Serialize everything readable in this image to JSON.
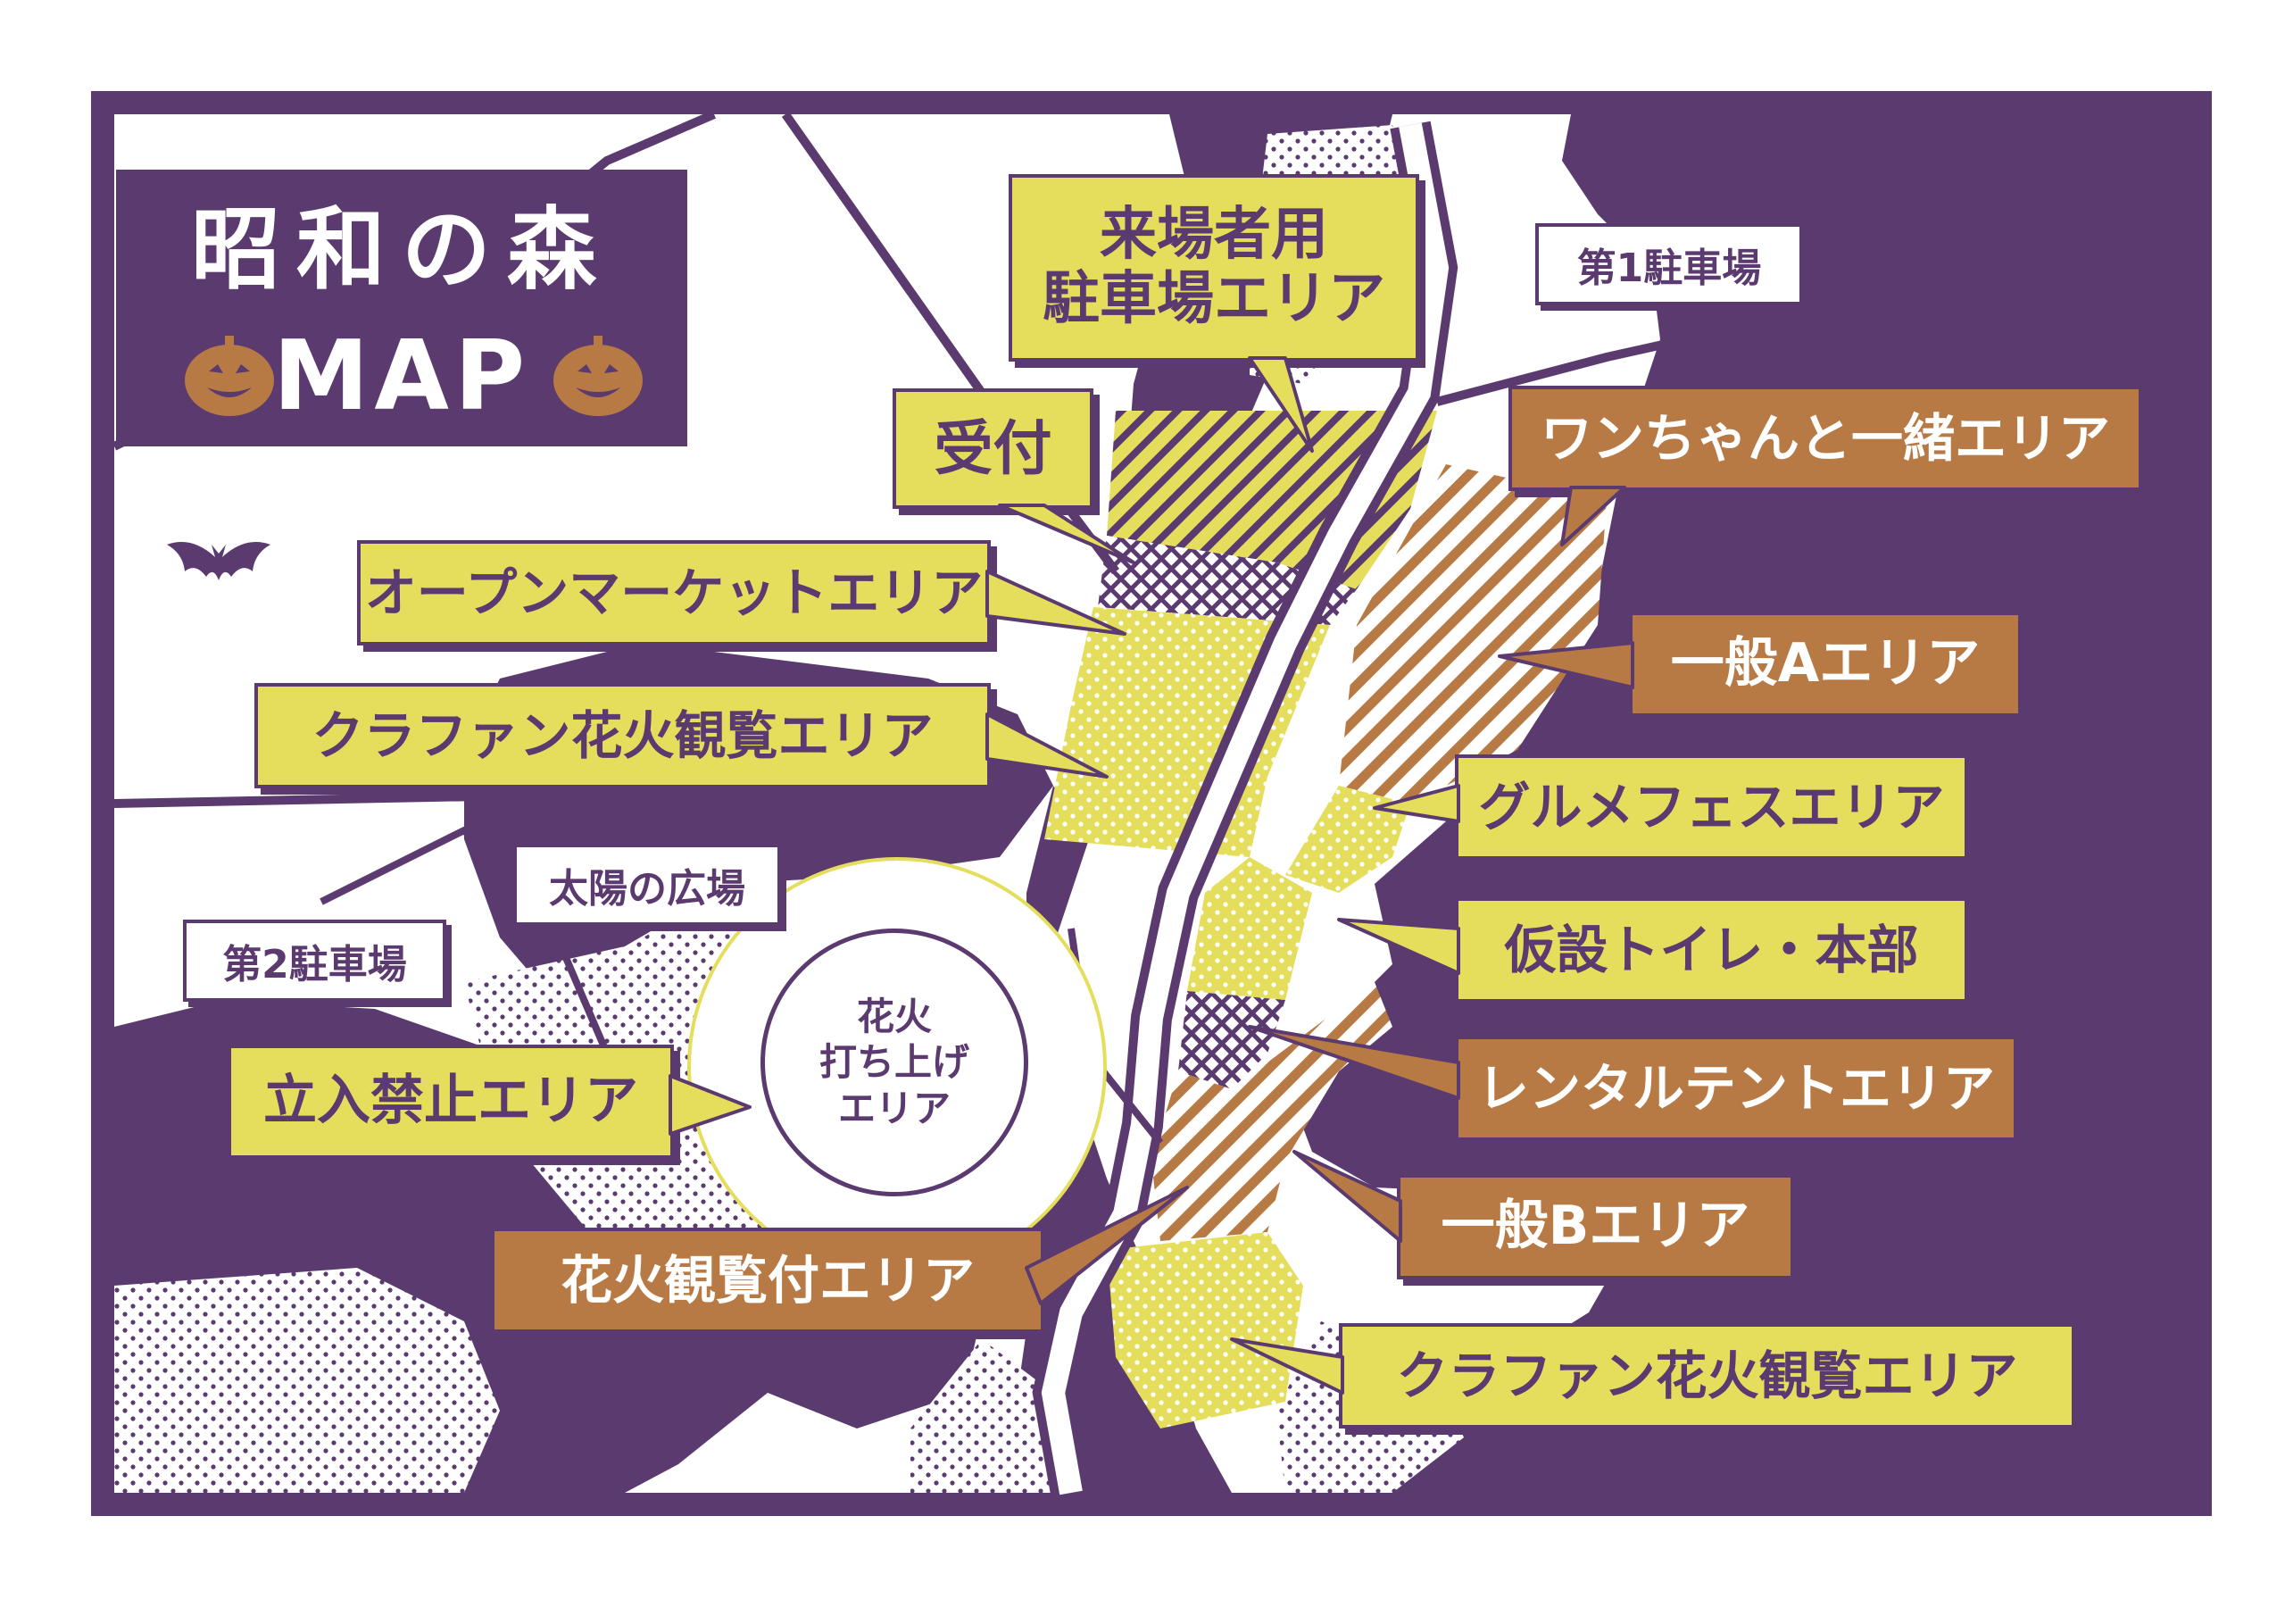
{
  "title": {
    "main": "昭和の森",
    "sub": "MAP"
  },
  "colors": {
    "purple": "#5b3a70",
    "yellow": "#e5de5d",
    "brown": "#b87a45",
    "white": "#ffffff",
    "pumpkin": "#b87a45"
  },
  "icons": [
    "pumpkin-icon",
    "bat-icon"
  ],
  "center": {
    "line1": "花火",
    "line2": "打ち上げ",
    "line3": "エリア"
  },
  "places": {
    "parking1": "第1駐車場",
    "parking2": "第2駐車場",
    "sun_plaza": "太陽の広場"
  },
  "callouts": {
    "visitor_parking_line1": "来場者用",
    "visitor_parking_line2": "駐車場エリア",
    "reception": "受付",
    "open_market": "オープンマーケットエリア",
    "crowdfunding_top": "クラファン花火観覧エリア",
    "no_entry": "立入禁止エリア",
    "fireworks_viewing": "花火観覧付エリア",
    "dog_area": "ワンちゃんと一緒エリア",
    "general_a": "一般Aエリア",
    "gourmet": "グルメフェスエリア",
    "toilet_hq": "仮設トイレ・本部",
    "rental_tent": "レンタルテントエリア",
    "general_b": "一般Bエリア",
    "crowdfunding_bottom": "クラファン花火観覧エリア"
  }
}
